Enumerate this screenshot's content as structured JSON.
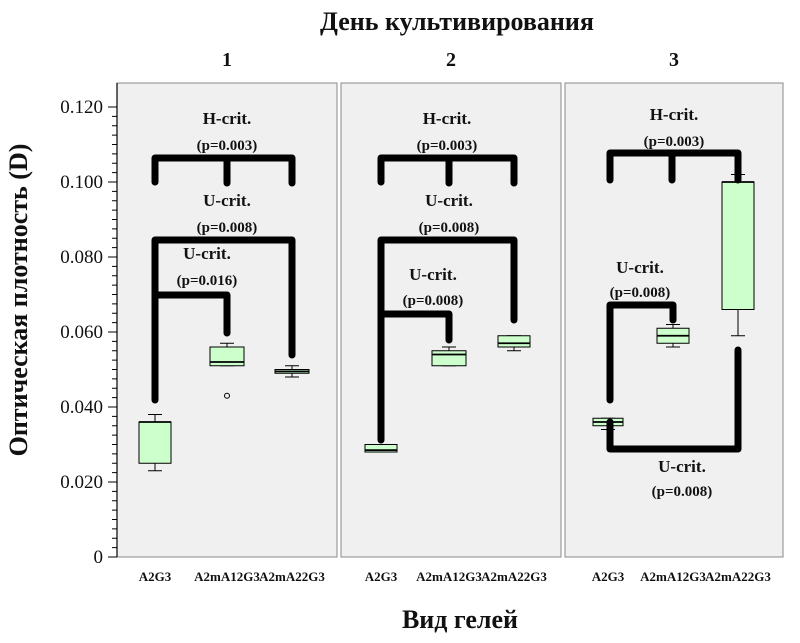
{
  "chart_data": {
    "type": "box",
    "title": "День культивирования",
    "xlabel": "Вид гелей",
    "ylabel": "Оптическая плотность (D)",
    "ylim": [
      0,
      0.125
    ],
    "yticks": [
      "0",
      "0.020",
      "0.040",
      "0.060",
      "0.080",
      "0.100",
      "0.120"
    ],
    "ytick_values": [
      0,
      0.02,
      0.04,
      0.06,
      0.08,
      0.1,
      0.12
    ],
    "categories": [
      "A2G3",
      "A2mA12G3",
      "A2mA22G3"
    ],
    "colors": {
      "box_fill": "#ccffcc",
      "panel_bg": "#f0f0f0",
      "line": "#000000"
    },
    "panels": [
      {
        "label": "1",
        "boxes": [
          {
            "category": "A2G3",
            "min": 0.023,
            "q1": 0.025,
            "median": 0.036,
            "q3": 0.036,
            "max": 0.038,
            "outliers": []
          },
          {
            "category": "A2mA12G3",
            "min": 0.051,
            "q1": 0.051,
            "median": 0.052,
            "q3": 0.056,
            "max": 0.057,
            "outliers": [
              0.043
            ]
          },
          {
            "category": "A2mA22G3",
            "min": 0.048,
            "q1": 0.049,
            "median": 0.0495,
            "q3": 0.05,
            "max": 0.051,
            "outliers": []
          }
        ],
        "annotations": [
          {
            "test": "H-crit.",
            "p": "(p=0.003)"
          },
          {
            "test": "U-crit.",
            "p": "(p=0.008)"
          },
          {
            "test": "U-crit.",
            "p": "(p=0.016)"
          }
        ]
      },
      {
        "label": "2",
        "boxes": [
          {
            "category": "A2G3",
            "min": 0.028,
            "q1": 0.028,
            "median": 0.0285,
            "q3": 0.03,
            "max": 0.03,
            "outliers": []
          },
          {
            "category": "A2mA12G3",
            "min": 0.051,
            "q1": 0.051,
            "median": 0.054,
            "q3": 0.055,
            "max": 0.056,
            "outliers": []
          },
          {
            "category": "A2mA22G3",
            "min": 0.055,
            "q1": 0.056,
            "median": 0.057,
            "q3": 0.059,
            "max": 0.059,
            "outliers": []
          }
        ],
        "annotations": [
          {
            "test": "H-crit.",
            "p": "(p=0.003)"
          },
          {
            "test": "U-crit.",
            "p": "(p=0.008)"
          },
          {
            "test": "U-crit.",
            "p": "(p=0.008)"
          }
        ]
      },
      {
        "label": "3",
        "boxes": [
          {
            "category": "A2G3",
            "min": 0.034,
            "q1": 0.035,
            "median": 0.036,
            "q3": 0.037,
            "max": 0.037,
            "outliers": []
          },
          {
            "category": "A2mA12G3",
            "min": 0.056,
            "q1": 0.057,
            "median": 0.059,
            "q3": 0.061,
            "max": 0.062,
            "outliers": []
          },
          {
            "category": "A2mA22G3",
            "min": 0.059,
            "q1": 0.066,
            "median": 0.1,
            "q3": 0.1,
            "max": 0.102,
            "outliers": []
          }
        ],
        "annotations": [
          {
            "test": "H-crit.",
            "p": "(p=0.003)"
          },
          {
            "test": "U-crit.",
            "p": "(p=0.008)"
          },
          {
            "test": "U-crit.",
            "p": "(p=0.008)"
          }
        ]
      }
    ]
  }
}
